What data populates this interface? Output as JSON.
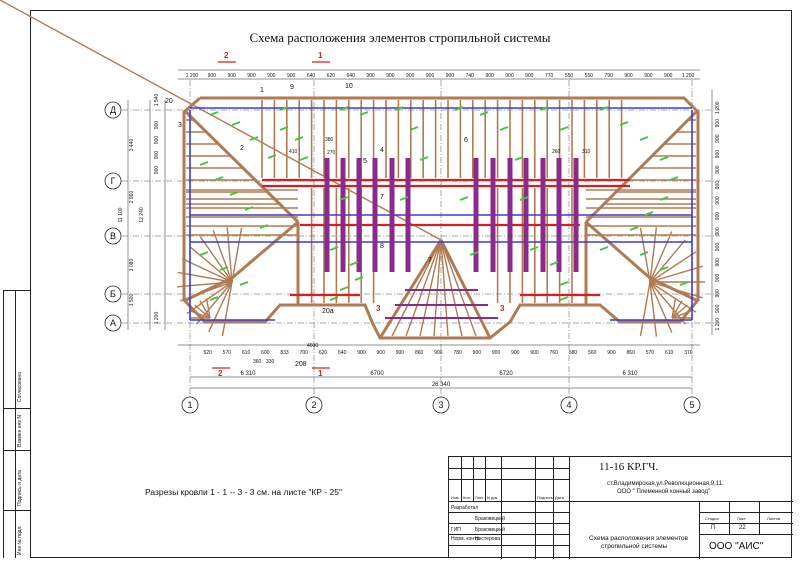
{
  "drawing": {
    "title": "Схема расположения элементов стропильной системы",
    "note": "Разрезы кровли 1 - 1 -- 3 - 3 см. на листе \"КР - 25\"",
    "grid_rows": [
      "Д",
      "Г",
      "В",
      "Б",
      "А"
    ],
    "grid_cols": [
      "1",
      "2",
      "3",
      "4",
      "5"
    ],
    "top_dims": [
      "1 200",
      "900",
      "900",
      "900",
      "900",
      "900",
      "640",
      "620",
      "640",
      "900",
      "900",
      "900",
      "900",
      "900",
      "740",
      "900",
      "900",
      "900",
      "770",
      "550",
      "550",
      "790",
      "900",
      "900",
      "900",
      "1 200"
    ],
    "bottom_dims": [
      "520",
      "570",
      "610",
      "600",
      "833",
      "700",
      "620",
      "640",
      "900",
      "900",
      "900",
      "860",
      "900",
      "780",
      "900",
      "900",
      "900",
      "900",
      "760",
      "580",
      "560",
      "900",
      "860",
      "570",
      "610",
      "370"
    ],
    "span_dims": [
      "6 310",
      "6700",
      "6720",
      "6 310"
    ],
    "overall_dim": "26 340",
    "left_dims": [
      "1 540",
      "900",
      "900",
      "900",
      "900",
      "3 440",
      "2 960",
      "12 240",
      "11 100",
      "3 080",
      "1 500",
      "1 200"
    ],
    "right_dims": [
      "1 200",
      "900",
      "900",
      "900",
      "900",
      "900",
      "900",
      "900",
      "900",
      "900",
      "900",
      "900",
      "900",
      "900",
      "1 200"
    ],
    "section_marks": [
      "2",
      "1",
      "3"
    ],
    "position_labels": [
      "1",
      "2",
      "3",
      "4",
      "5",
      "6",
      "7",
      "8",
      "9",
      "10",
      "20",
      "20а",
      "208"
    ],
    "annotations": [
      "380",
      "270",
      "410",
      "260",
      "310",
      "4600",
      "360",
      "330"
    ]
  },
  "side_stamp": {
    "labels": [
      "Инв № подл.",
      "Подпись и дата",
      "Взамен инв N",
      "Согласовано"
    ]
  },
  "stamp": {
    "project_code": "11-16 КР.ГЧ.",
    "address_line1": "ст.Владимирская,ул.Революционная,9,11.",
    "address_line2": "ООО \" Племенной конный завод\"",
    "header_cells": [
      "Изм.",
      "Кол.",
      "Лист",
      "N док.",
      "Подпись",
      "Дата"
    ],
    "roles": [
      {
        "role": "Разработал",
        "name": "Браковецкий"
      },
      {
        "role": "ГИП",
        "name": "Браковецкий"
      },
      {
        "role": "Норм. контр.",
        "name": "Нестерова"
      }
    ],
    "stage_header": "Стадия",
    "sheet_header": "Лист",
    "sheets_header": "Листов",
    "stage": "П",
    "sheet": "22",
    "sheets": "",
    "sheet_title_line1": "Схема расположения элементов",
    "sheet_title_line2": "стропильной системы",
    "company": "ООО  \"АИС\""
  },
  "colors": {
    "rafter": "#b07a52",
    "beam_blue": "#3a3ad8",
    "beam_red": "#d42020",
    "purlin_purple": "#8a2a8a",
    "label_green": "#3fc83f"
  }
}
